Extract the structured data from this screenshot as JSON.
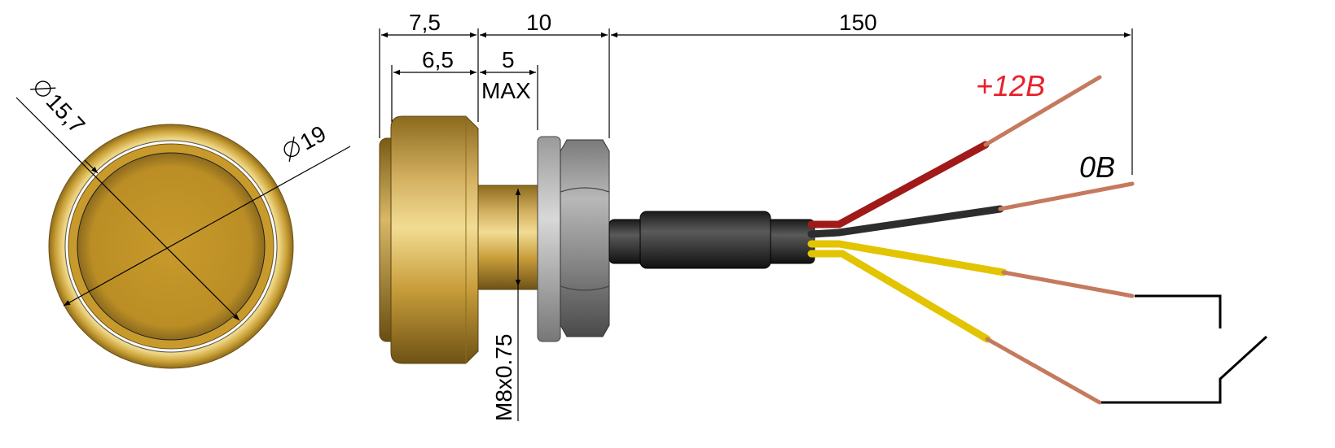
{
  "dimensions": {
    "front_outer_diameter": "19",
    "front_inner_diameter": "15,7",
    "head_length": "7,5",
    "head_body_length": "6,5",
    "thread_length": "10",
    "thread_max_label": "5",
    "thread_max_suffix": "MAX",
    "cable_length": "150",
    "thread_spec": "M8x0.75"
  },
  "wire_labels": {
    "positive": "+12B",
    "ground": "0B"
  },
  "colors": {
    "brass": "#c9a23a",
    "brass_dark": "#8c6a1e",
    "nut": "#8e8e8e",
    "cable": "#2a2a2a",
    "wire_red": "#a01a1a",
    "wire_black": "#2d2d2d",
    "wire_yellow": "#e3c400",
    "copper": "#c57a5e",
    "label_red": "#e8202a"
  }
}
